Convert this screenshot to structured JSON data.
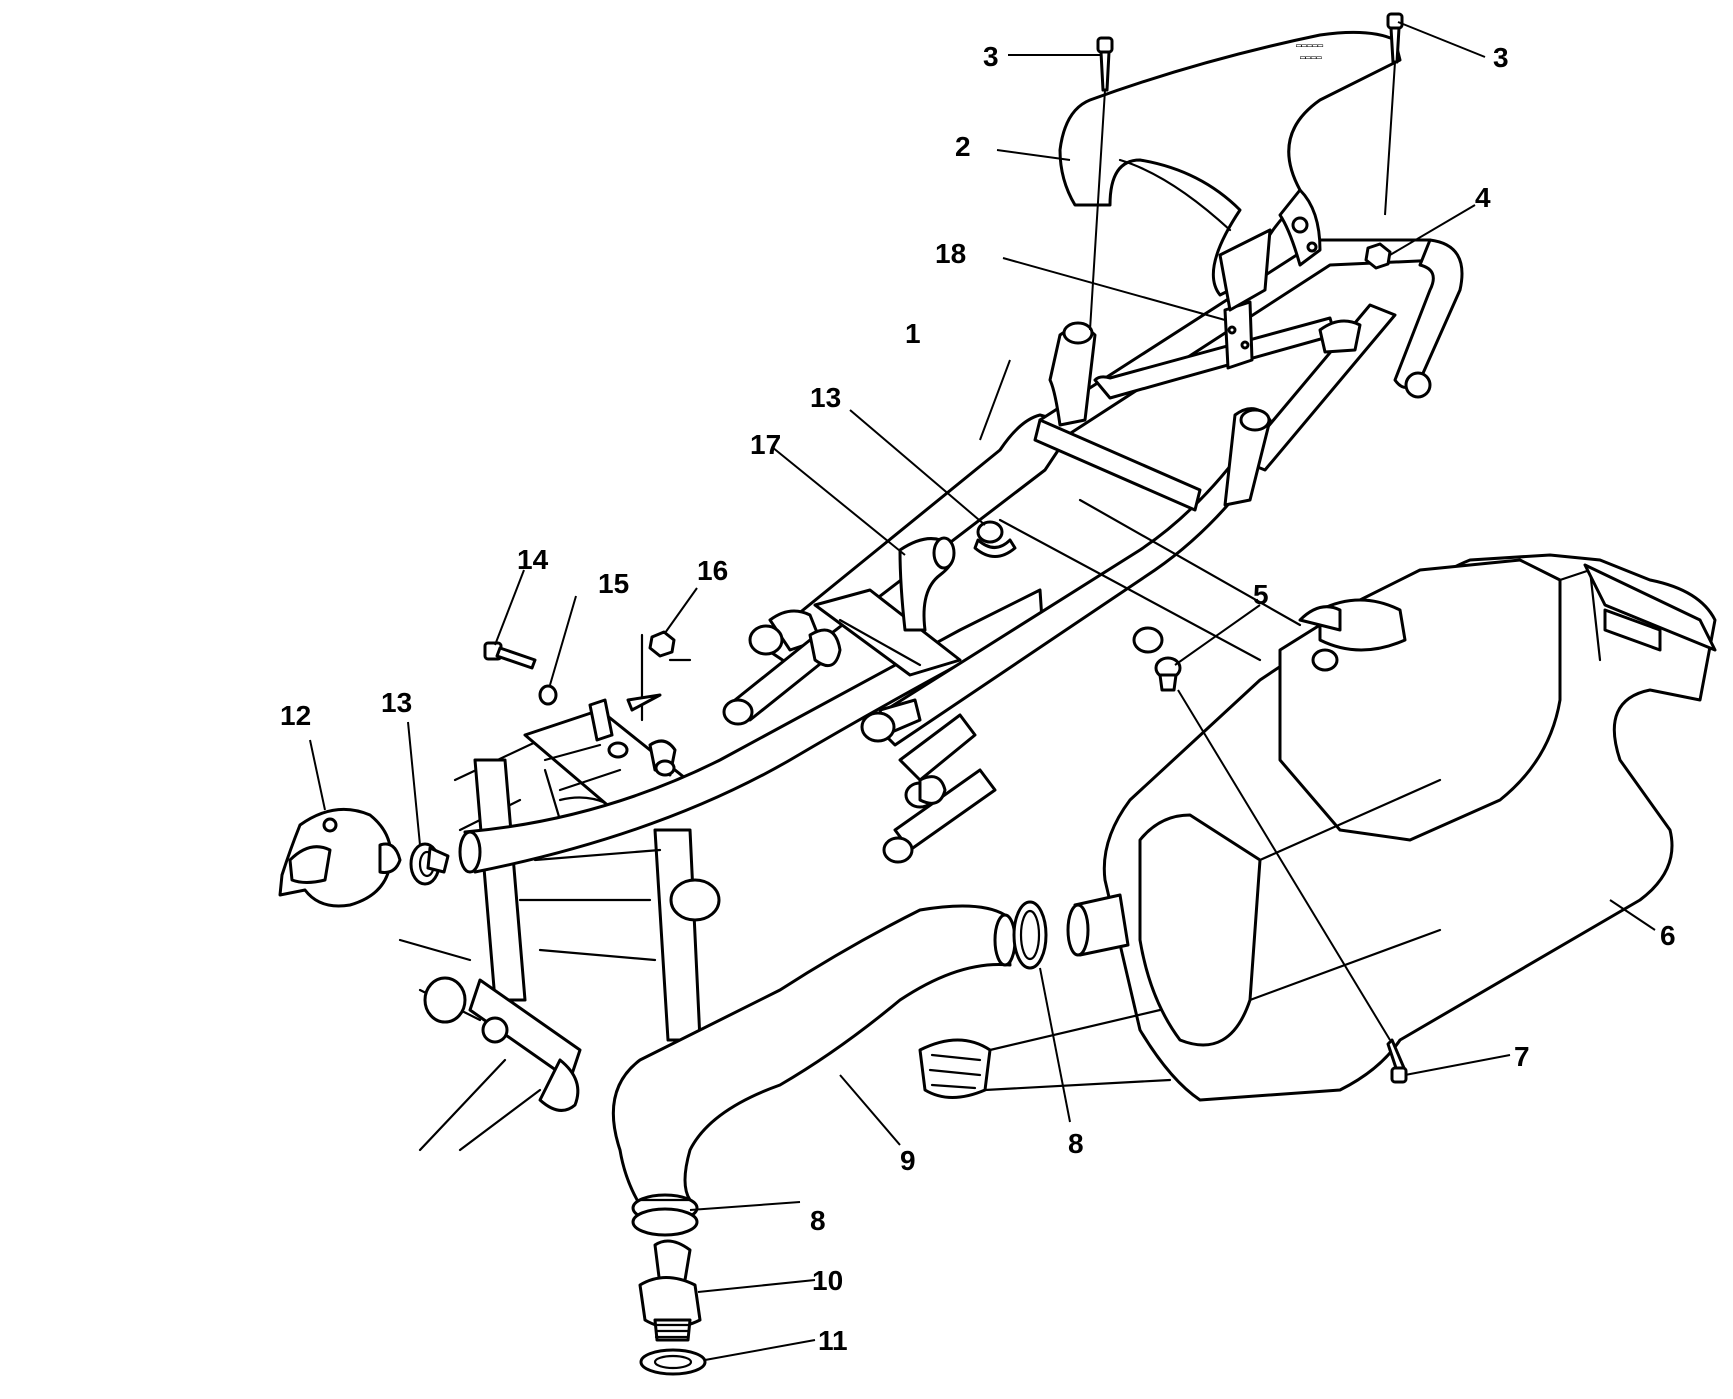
{
  "diagram": {
    "callouts": [
      {
        "id": "c1",
        "label": "1"
      },
      {
        "id": "c2",
        "label": "2"
      },
      {
        "id": "c3a",
        "label": "3"
      },
      {
        "id": "c3b",
        "label": "3"
      },
      {
        "id": "c4",
        "label": "4"
      },
      {
        "id": "c5",
        "label": "5"
      },
      {
        "id": "c6",
        "label": "6"
      },
      {
        "id": "c7",
        "label": "7"
      },
      {
        "id": "c8a",
        "label": "8"
      },
      {
        "id": "c8b",
        "label": "8"
      },
      {
        "id": "c9",
        "label": "9"
      },
      {
        "id": "c10",
        "label": "10"
      },
      {
        "id": "c11",
        "label": "11"
      },
      {
        "id": "c12",
        "label": "12"
      },
      {
        "id": "c13a",
        "label": "13"
      },
      {
        "id": "c13b",
        "label": "13"
      },
      {
        "id": "c14",
        "label": "14"
      },
      {
        "id": "c15",
        "label": "15"
      },
      {
        "id": "c16",
        "label": "16"
      },
      {
        "id": "c17",
        "label": "17"
      },
      {
        "id": "c18",
        "label": "18"
      }
    ]
  }
}
